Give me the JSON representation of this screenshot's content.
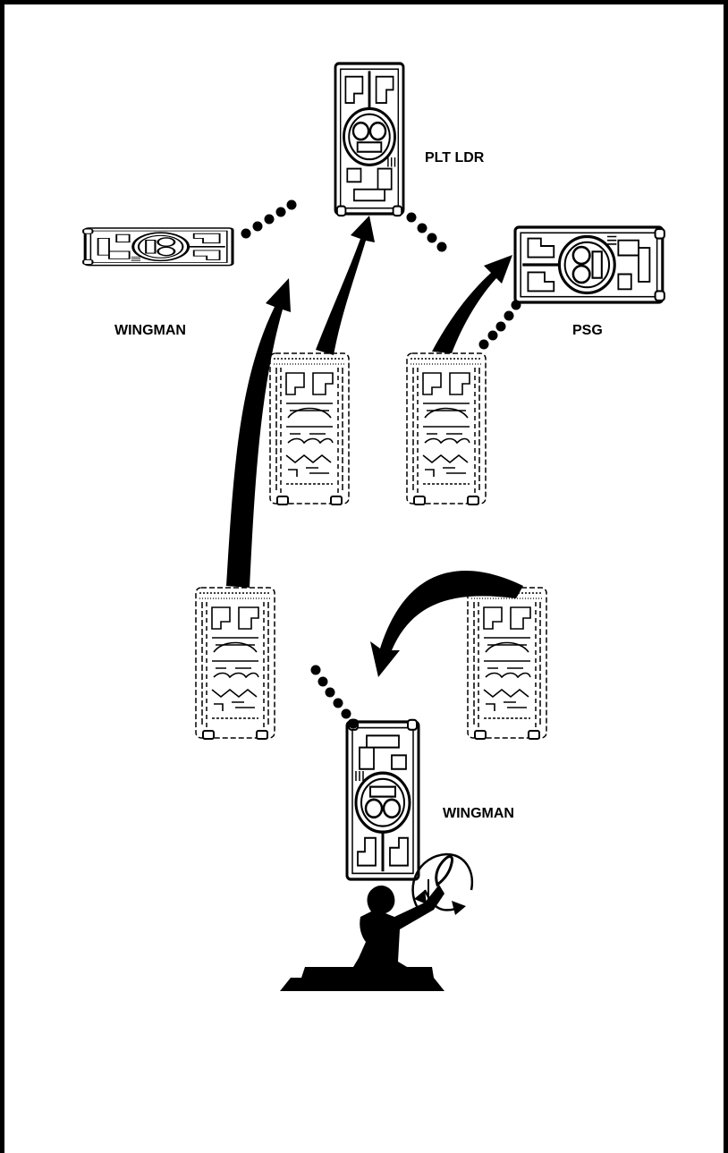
{
  "labels": {
    "plt_ldr": "PLT LDR",
    "wingman_left": "WINGMAN",
    "psg": "PSG",
    "wingman_bottom": "WINGMAN"
  },
  "colors": {
    "ink": "#000000",
    "paper": "#ffffff"
  },
  "icons": [
    "tank-top-view-icon",
    "hull-silhouette-icon",
    "rotating-arm-signal-icon",
    "arrow-icon"
  ]
}
